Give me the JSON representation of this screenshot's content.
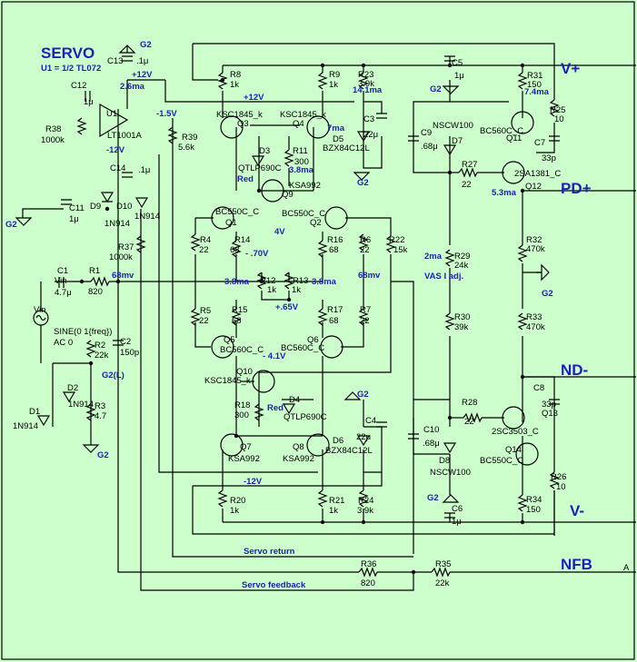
{
  "title": "SERVO",
  "subtitle": "U1 = 1/2 TL072",
  "rails": {
    "vplus": "V+",
    "pdplus": "PD+",
    "ndminus": "ND-",
    "vminus": "V-",
    "nfb": "NFB",
    "a": "A"
  },
  "net_labels": {
    "servo_return": "Servo return",
    "servo_feedback": "Servo feedback",
    "plus12_top": "+12V",
    "plus12_mid": "+12V",
    "minus12_a": "-12V",
    "minus12_b": "-12V",
    "ma26": "2.6ma",
    "v15": "-1.5V",
    "ma141": "14.1ma",
    "ma7": "7ma",
    "ma74": "7.4ma",
    "ma38a": "3.8ma",
    "ma38b": "3.8ma",
    "ma38c": "3.8ma",
    "v70": "- .70V",
    "v4": "4V",
    "mv68a": "68mv",
    "mv68b": "68mv",
    "v65": "+.65V",
    "v41": "- 4.1V",
    "ma53": "5.3ma",
    "ma2": "2ma",
    "vas": "VAS I adj.",
    "red1": "Red",
    "red2": "Red",
    "g2l": "G2(L)",
    "g2_1": "G2",
    "g2_2": "G2",
    "g2_3": "G2",
    "g2_4": "G2",
    "g2_5": "G2",
    "g2_6": "G2",
    "g2_7": "G2",
    "g2_8": "G2",
    "g2_9": "G2",
    "vin": "Vin",
    "vin2": "Vin",
    "sine": "SINE(0 1{freq})",
    "ac": "AC 0"
  },
  "components": {
    "c13": "C13",
    "c13v": ".1μ",
    "c12": "C12",
    "c12v": "1μ",
    "u1": "U1",
    "u1v": "LT1001A",
    "r38": "R38",
    "r38v": "1000k",
    "r39": "R39",
    "r39v": "5.6k",
    "c14": "C14",
    "c14v": ".1μ",
    "c11": "C11",
    "c11v": "1μ",
    "d9": "D9",
    "d9v": "1N914",
    "d10": "D10",
    "d10v": "1N914",
    "r37": "R37",
    "r37v": "1000k",
    "c1": "C1",
    "c1v": "4.7μ",
    "r1": "R1",
    "r1v": "820",
    "r2": "R2",
    "r2v": "22k",
    "c2": "C2",
    "c2v": "150p",
    "d2": "D2",
    "d2v": "1N914",
    "r3": "R3",
    "r3v": "4.7",
    "d1": "D1",
    "d1v": "1N914",
    "r8": "R8",
    "r8v": "1k",
    "r9": "R9",
    "r9v": "1k",
    "r23": "R23",
    "r23v": "3.9k",
    "c3": "C3",
    "c3v": "22μ",
    "q3": "Q3",
    "q3v": "KSC1845_k",
    "q4": "Q4",
    "q4v": "KSC1845_k",
    "d3": "D3",
    "d3v": "QTLP690C",
    "r11": "R11",
    "r11v": "300",
    "d5": "D5",
    "d5v": "BZX84C12L",
    "q9": "Q9",
    "q9v": "KSA992",
    "q1": "Q1",
    "q1v": "BC550C_C",
    "q2": "Q2",
    "q2v": "BC550C_C",
    "r4": "R4",
    "r4v": "22",
    "r14": "R14",
    "r14v": "68",
    "r16": "R16",
    "r16v": "68",
    "r6": "R6",
    "r6v": "22",
    "r22": "R22",
    "r22v": "15k",
    "r12": "R12",
    "r12v": "1k",
    "r13": "R13",
    "r13v": "1k",
    "r5": "R5",
    "r5v": "22",
    "r15": "R15",
    "r15v": "68",
    "r17": "R17",
    "r17v": "68",
    "r7": "R7",
    "r7v": "22",
    "q5": "Q5",
    "q5v": "BC560C_C",
    "q6": "Q6",
    "q6v": "BC560C_C",
    "q10": "Q10",
    "q10v": "KSC1845_k",
    "r18": "R18",
    "r18v": "300",
    "d4": "D4",
    "d4v": "QTLP690C",
    "d6": "D6",
    "d6v": "BZX84C12L",
    "c4": "C4",
    "c4v": "22μ",
    "q7": "Q7",
    "q7v": "KSA992",
    "q8": "Q8",
    "q8v": "KSA992",
    "r20": "R20",
    "r20v": "1k",
    "r21": "R21",
    "r21v": "1k",
    "r24": "R24",
    "r24v": "3.9k",
    "c5": "C5",
    "c5v": "1μ",
    "r31": "R31",
    "r31v": "150",
    "r25": "R25",
    "r25v": "10",
    "c9": "C9",
    "c9v": ".68μ",
    "d7": "D7",
    "d7v": "NSCW100",
    "q11": "Q11",
    "q11v": "BC560C_C",
    "c7": "C7",
    "c7v": "33p",
    "r27": "R27",
    "r27v": "22",
    "q12": "Q12",
    "q12v": "2SA1381_C",
    "r29": "R29",
    "r29v": "24k",
    "r32": "R32",
    "r32v": "470k",
    "r30": "R30",
    "r30v": "39k",
    "r33": "R33",
    "r33v": "470k",
    "c8": "C8",
    "c8v": "33p",
    "r28": "R28",
    "r28v": "22",
    "q13": "Q13",
    "q13v": "2SC3503_C",
    "c10": "C10",
    "c10v": ".68μ",
    "d8": "D8",
    "d8v": "NSCW100",
    "q14": "Q14",
    "q14v": "BC550C_C",
    "r26": "R26",
    "r26v": "10",
    "c6": "C6",
    "c6v": "1μ",
    "r34": "R34",
    "r34v": "150",
    "r36": "R36",
    "r36v": "820",
    "r35": "R35",
    "r35v": "22k"
  },
  "label_positions_note": ""
}
